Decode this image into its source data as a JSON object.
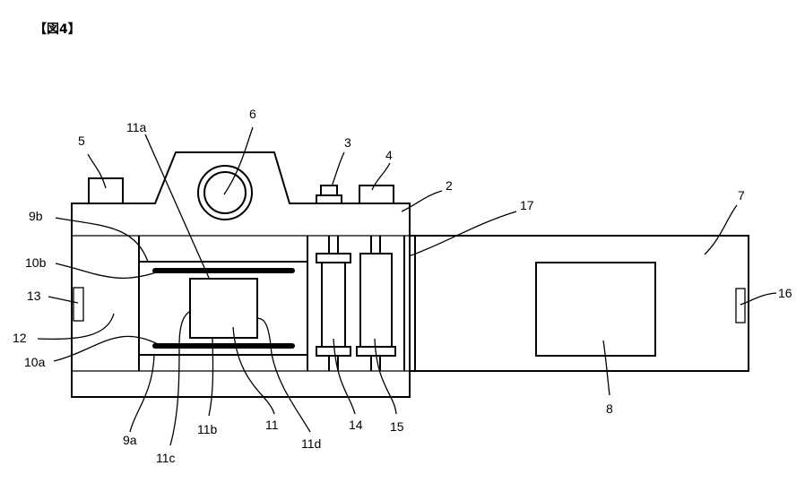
{
  "figure": {
    "title": "【図4】",
    "description": "Patent drawing: camera body with attached detachable extension unit (side cross-section)"
  },
  "labels": {
    "l2": "2",
    "l3": "3",
    "l4": "4",
    "l5": "5",
    "l6": "6",
    "l7": "7",
    "l8": "8",
    "l9a": "9a",
    "l9b": "9b",
    "l10a": "10a",
    "l10b": "10b",
    "l11": "11",
    "l11a": "11a",
    "l11b": "11b",
    "l11c": "11c",
    "l11d": "11d",
    "l12": "12",
    "l13": "13",
    "l14": "14",
    "l15": "15",
    "l16": "16",
    "l17": "17"
  },
  "parts": [
    {
      "ref": "2",
      "name": "camera-body"
    },
    {
      "ref": "3",
      "name": "shutter-button"
    },
    {
      "ref": "4",
      "name": "top-control"
    },
    {
      "ref": "5",
      "name": "top-control-left"
    },
    {
      "ref": "6",
      "name": "viewfinder-lens"
    },
    {
      "ref": "7",
      "name": "extension-unit"
    },
    {
      "ref": "8",
      "name": "display-panel"
    },
    {
      "ref": "9a",
      "name": "lower-rail"
    },
    {
      "ref": "9b",
      "name": "upper-rail"
    },
    {
      "ref": "10a",
      "name": "lower-plate"
    },
    {
      "ref": "10b",
      "name": "upper-plate"
    },
    {
      "ref": "11",
      "name": "sensor-block"
    },
    {
      "ref": "11a",
      "name": "sensor-top"
    },
    {
      "ref": "11b",
      "name": "sensor-bottom"
    },
    {
      "ref": "11c",
      "name": "sensor-left"
    },
    {
      "ref": "11d",
      "name": "sensor-right"
    },
    {
      "ref": "12",
      "name": "cavity"
    },
    {
      "ref": "13",
      "name": "left-connector"
    },
    {
      "ref": "14",
      "name": "spool-left"
    },
    {
      "ref": "15",
      "name": "spool-right"
    },
    {
      "ref": "16",
      "name": "right-connector"
    },
    {
      "ref": "17",
      "name": "partition-wall"
    }
  ]
}
